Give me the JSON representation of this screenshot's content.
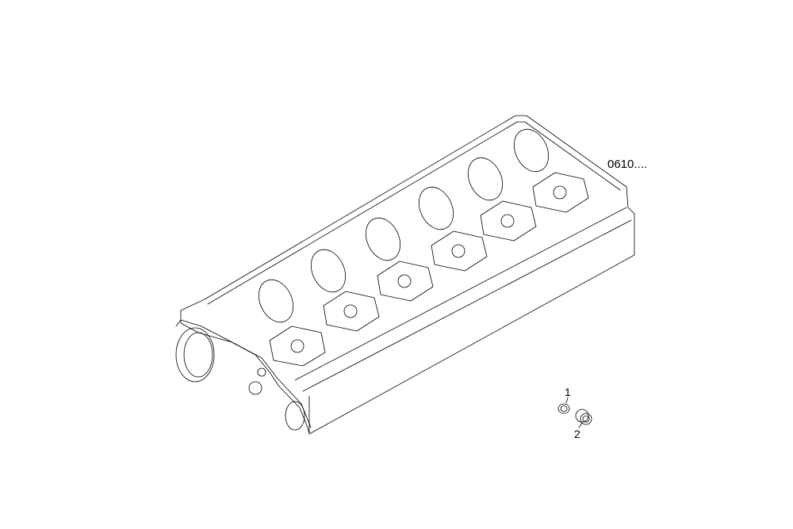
{
  "drawing": {
    "reference_code": "0610....",
    "callouts": [
      {
        "label": "1",
        "part": "sealing-ring"
      },
      {
        "label": "2",
        "part": "plug"
      }
    ],
    "line_color": "#000000",
    "background": "#ffffff"
  }
}
